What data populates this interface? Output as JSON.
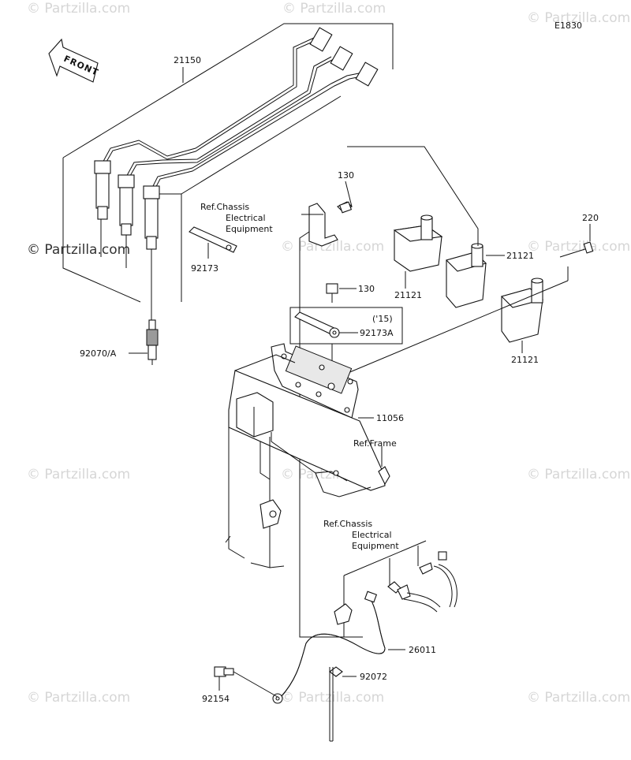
{
  "diagram_code": "E1830",
  "front_label": "FRONT",
  "watermark": "© Partzilla.com",
  "watermark_main": "© Partzilla.com",
  "callouts": {
    "p21150": "21150",
    "p130a": "130",
    "p130b": "130",
    "ref_chassis_1": [
      "Ref.Chassis",
      "Electrical",
      "Equipment"
    ],
    "p92173": "92173",
    "p21121a": "21121",
    "p21121b": "21121",
    "p21121c": "21121",
    "p220": "220",
    "p15": "('15)",
    "p92173A": "92173A",
    "p92070A": "92070/A",
    "p11056": "11056",
    "ref_frame": "Ref.Frame",
    "ref_chassis_2": [
      "Ref.Chassis",
      "Electrical",
      "Equipment"
    ],
    "p26011": "26011",
    "p92072": "92072",
    "p92154": "92154"
  }
}
